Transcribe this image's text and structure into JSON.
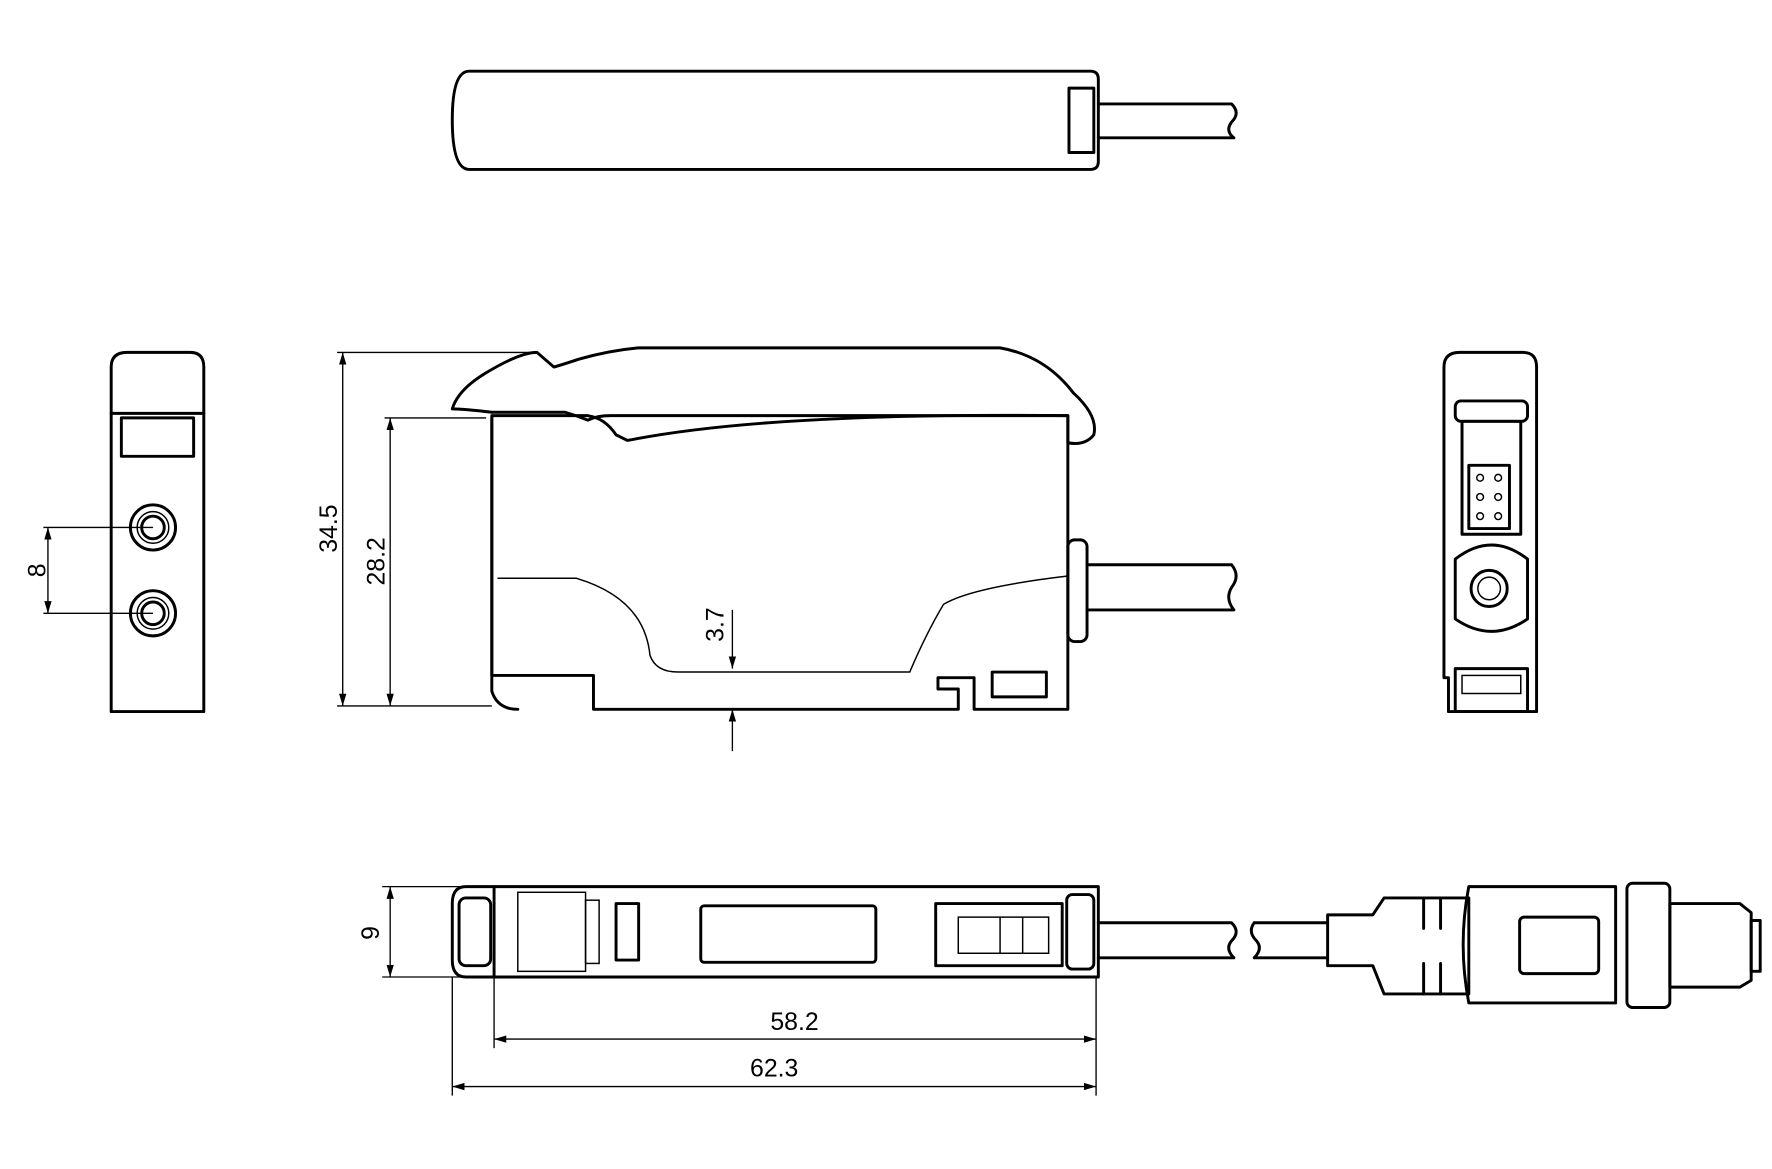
{
  "drawing": {
    "dimensions": {
      "height_total": "34.5",
      "height_body": "28.2",
      "hole_spacing": "8",
      "rail_offset": "3.7",
      "width": "9",
      "length_body": "58.2",
      "length_total": "62.3"
    },
    "colors": {
      "line": "#000000",
      "background": "#ffffff"
    }
  }
}
